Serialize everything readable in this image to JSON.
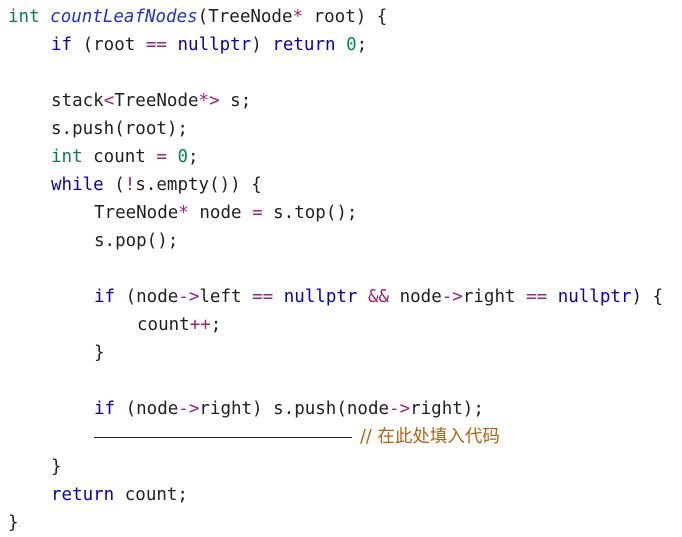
{
  "code": {
    "l1": {
      "t_int": "int",
      "fn": "countLeafNodes",
      "rest": "(TreeNode",
      "star": "*",
      "rest2": " root) {"
    },
    "l2": {
      "kw_if": "if",
      "a": " (root ",
      "op": "==",
      "b": " ",
      "null": "nullptr",
      "c": ") ",
      "kw_ret": "return",
      "d": " ",
      "num": "0",
      "e": ";"
    },
    "l3": {
      "a": "stack",
      "lt": "<",
      "b": "TreeNode",
      "star": "*",
      "gt": ">",
      "c": " s;"
    },
    "l4": {
      "a": "s.push(root);"
    },
    "l5": {
      "t_int": "int",
      "a": " count ",
      "op": "=",
      "b": " ",
      "num": "0",
      "c": ";"
    },
    "l6": {
      "kw": "while",
      "a": " (",
      "op": "!",
      "b": "s.empty()) {"
    },
    "l7": {
      "a": "TreeNode",
      "star": "*",
      "b": " node ",
      "op": "=",
      "c": " s.top();"
    },
    "l8": {
      "a": "s.pop();"
    },
    "l9": {
      "kw_if": "if",
      "a": " (node",
      "arr": "->",
      "b": "left ",
      "op": "==",
      "c": " ",
      "null": "nullptr",
      "d": " ",
      "and": "&&",
      "e": " node",
      "arr2": "->",
      "f": "right ",
      "op2": "==",
      "g": " ",
      "null2": "nullptr",
      "h": ") {"
    },
    "l10": {
      "a": "count",
      "op": "++",
      "b": ";"
    },
    "l11": {
      "a": "}"
    },
    "l12": {
      "kw_if": "if",
      "a": " (node",
      "arr": "->",
      "b": "right) s.push(node",
      "arr2": "->",
      "c": "right);"
    },
    "l13": {
      "comment": "// 在此处填入代码"
    },
    "l14": {
      "a": "}"
    },
    "l15": {
      "kw": "return",
      "a": " count;"
    },
    "l16": {
      "a": "}"
    }
  }
}
